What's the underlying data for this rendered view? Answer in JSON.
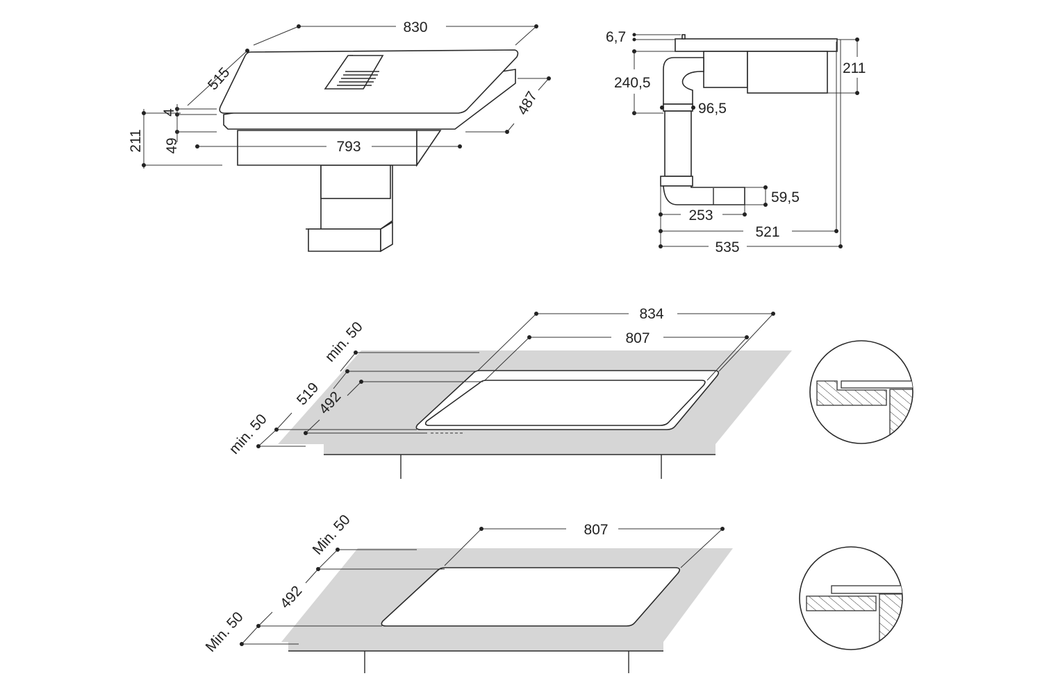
{
  "perspective_view": {
    "width_total": "830",
    "depth_total": "515",
    "glass_thickness": "4",
    "frame_height": "49",
    "overall_height": "211",
    "body_width": "793",
    "body_depth": "487"
  },
  "side_view": {
    "top_offset": "6,7",
    "duct_height": "240,5",
    "duct_diameter": "96,5",
    "body_height": "211",
    "outlet_height": "59,5",
    "outlet_length": "253",
    "depth_body": "521",
    "depth_total": "535"
  },
  "flush_mount": {
    "cutout_outer_width": "834",
    "cutout_inner_width": "807",
    "min_rear": "min. 50",
    "cutout_outer_depth": "519",
    "cutout_inner_depth": "492",
    "min_front": "min. 50"
  },
  "top_mount": {
    "cutout_width": "807",
    "min_rear": "Min. 50",
    "cutout_depth": "492",
    "min_front": "Min. 50"
  }
}
